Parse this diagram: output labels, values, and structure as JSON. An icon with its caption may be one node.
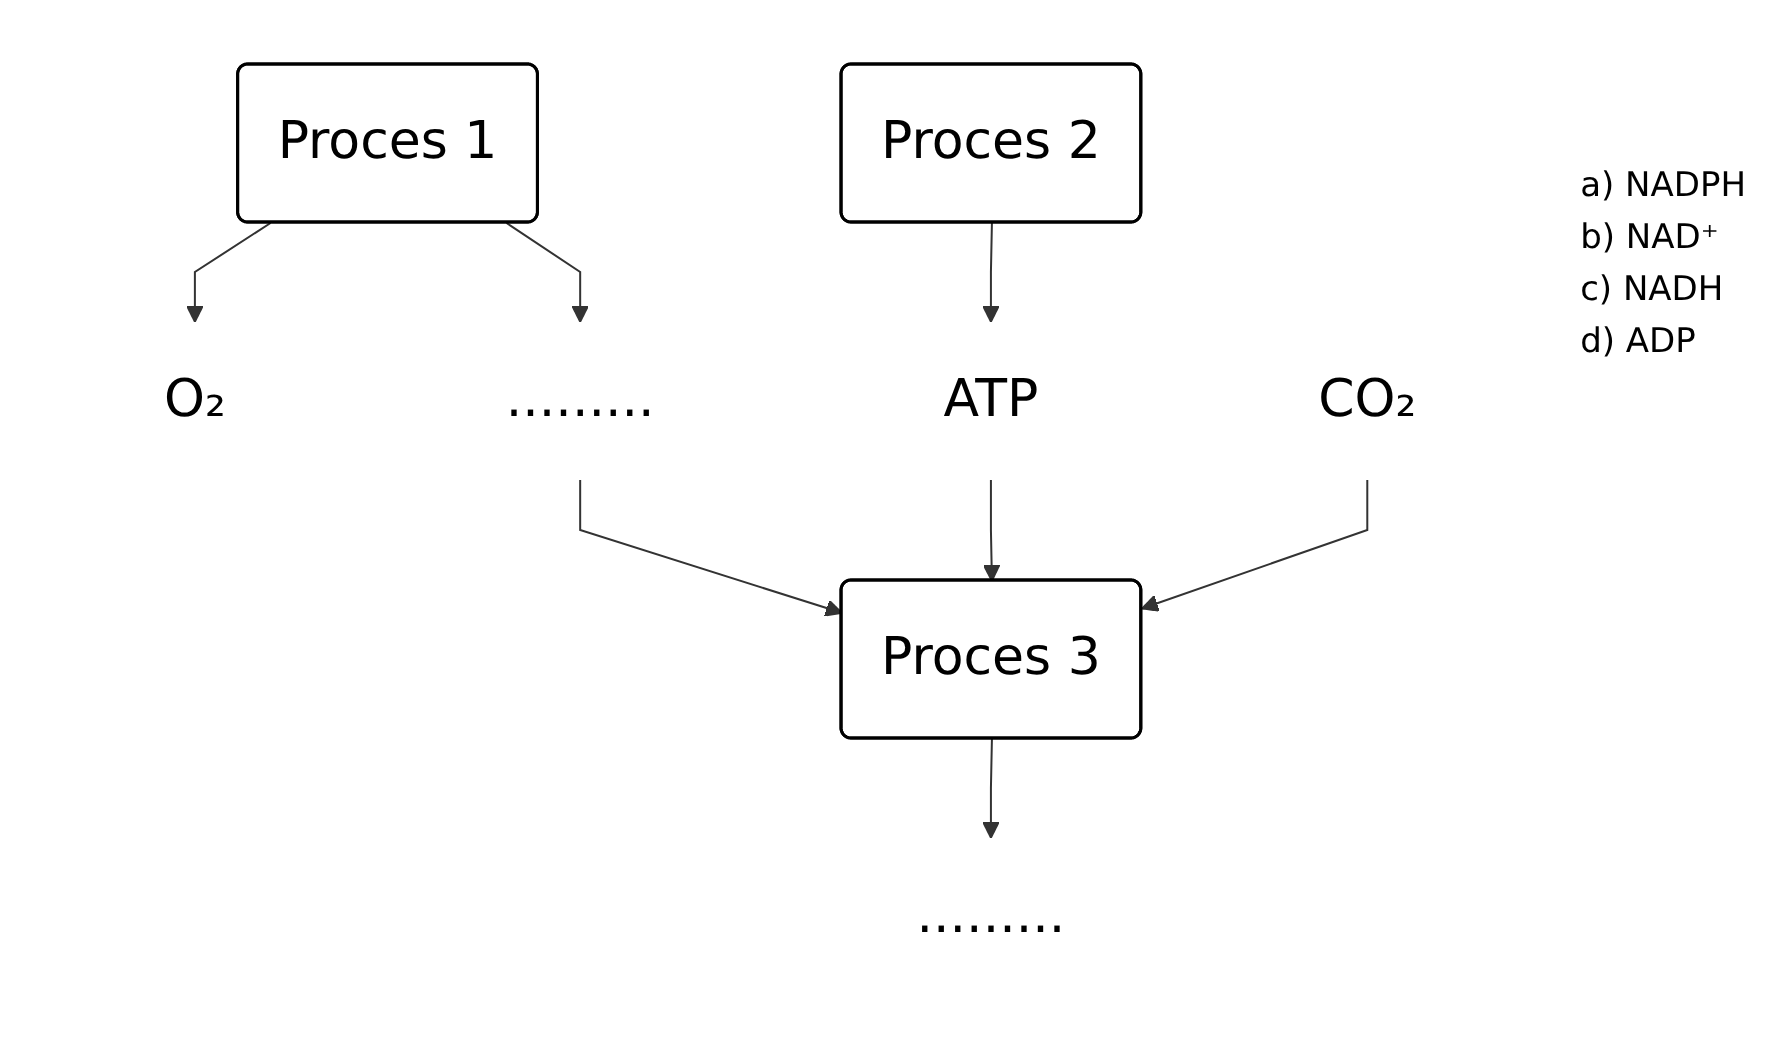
{
  "diagram": {
    "nodes": [
      {
        "text": [
          "Proces 1"
        ]
      },
      {
        "text": [
          "Proces 2"
        ]
      },
      {
        "text": [
          "O₂"
        ]
      },
      {
        "text": [
          "........."
        ]
      },
      {
        "text": [
          "ATP"
        ]
      },
      {
        "text": [
          "CO₂"
        ]
      },
      {
        "text": [
          "Proces 3"
        ]
      },
      {
        "text": [
          "........."
        ]
      }
    ],
    "edges": [
      {
        "from": 0,
        "to": 2,
        "arrow": "to"
      },
      {
        "from": 0,
        "to": 3,
        "arrow": "to"
      },
      {
        "from": 1,
        "to": 4,
        "arrow": "to"
      },
      {
        "from": 3,
        "to": 6,
        "arrow": "to"
      },
      {
        "from": 4,
        "to": 6,
        "arrow": "to"
      },
      {
        "from": 5,
        "to": 6,
        "arrow": "to"
      },
      {
        "from": 6,
        "to": 7,
        "arrow": "to"
      }
    ],
    "labels": [
      "a) NADPH",
      "b) NAD⁺",
      "c) NADH",
      "d) ADP"
    ]
  }
}
